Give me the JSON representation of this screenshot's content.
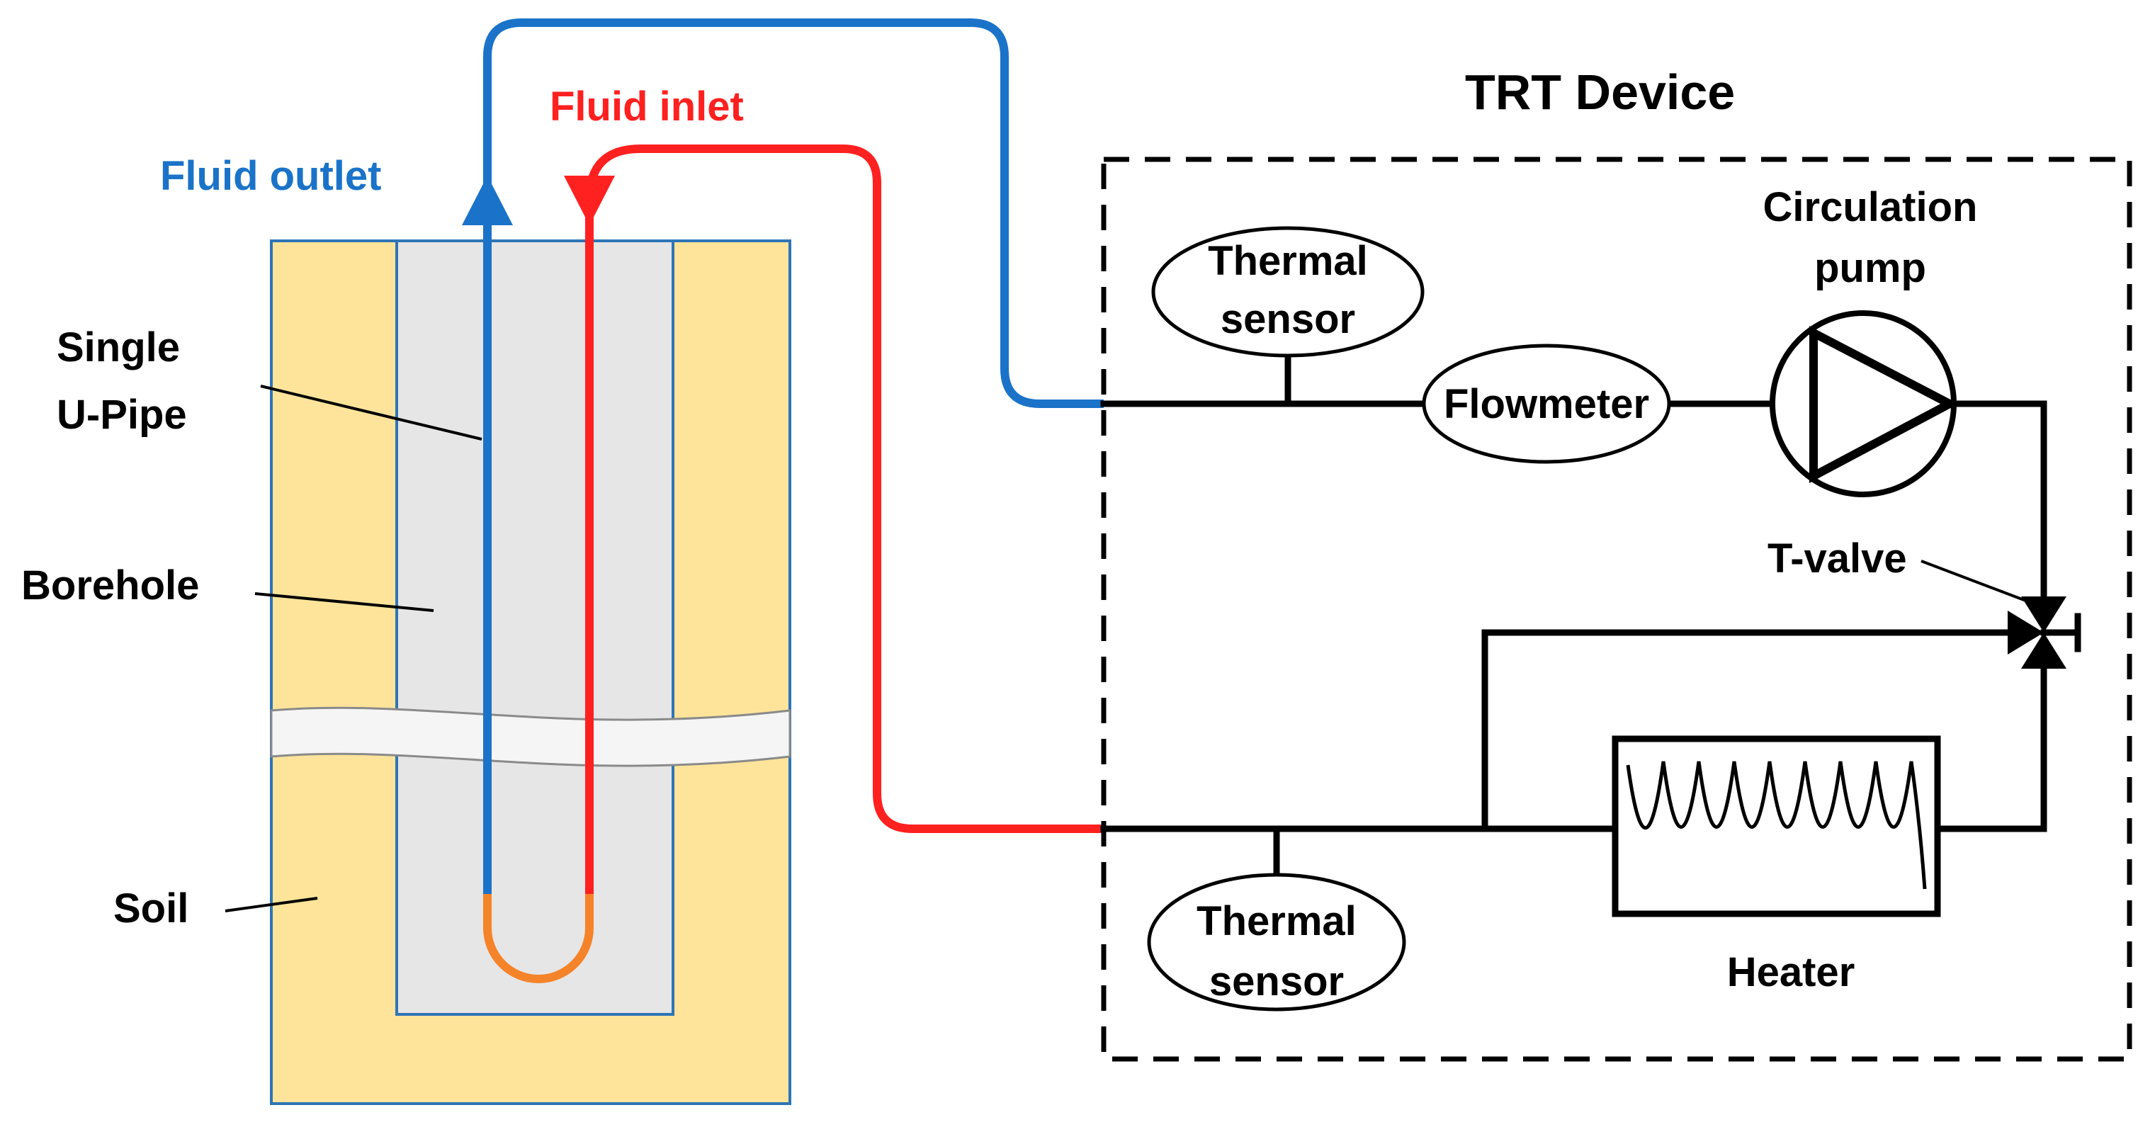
{
  "labels": {
    "fluid_outlet": "Fluid outlet",
    "fluid_inlet": "Fluid inlet",
    "u_pipe_line1": "Single",
    "u_pipe_line2": "U-Pipe",
    "borehole": "Borehole",
    "soil": "Soil",
    "trt_device": "TRT Device",
    "thermal_sensor_top_line1": "Thermal",
    "thermal_sensor_top_line2": "sensor",
    "flowmeter": "Flowmeter",
    "circulation_pump_line1": "Circulation",
    "circulation_pump_line2": "pump",
    "t_valve": "T-valve",
    "thermal_sensor_bottom_line1": "Thermal",
    "thermal_sensor_bottom_line2": "sensor",
    "heater": "Heater"
  },
  "colors": {
    "outlet_pipe": "#1a73c8",
    "inlet_pipe": "#ff2020",
    "u_bend": "#f5832a",
    "soil_fill": "#fde49a",
    "borehole_fill": "#e6e6e6",
    "outline": "#2e75b6",
    "circuit": "#000000"
  }
}
